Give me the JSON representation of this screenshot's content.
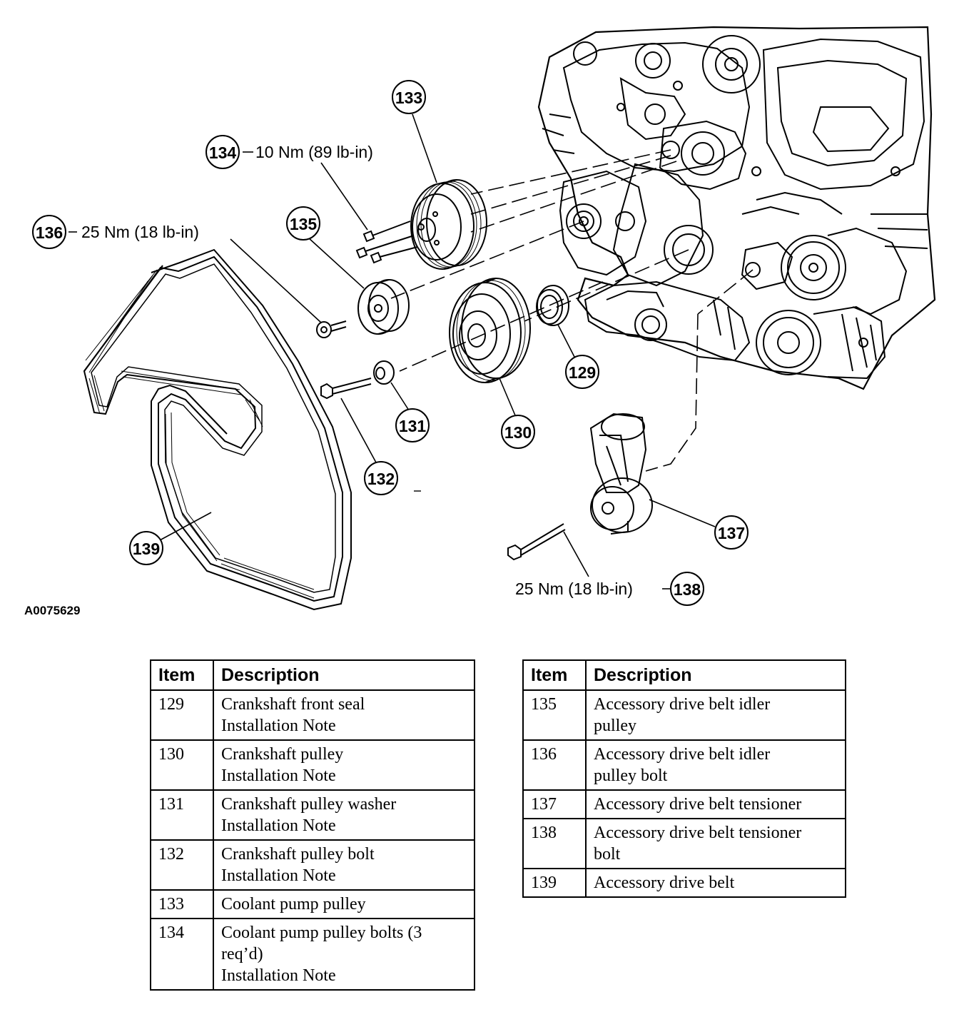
{
  "figure_id": "A0075629",
  "callouts": {
    "c129": "129",
    "c130": "130",
    "c131": "131",
    "c132": "132",
    "c133": "133",
    "c134": "134",
    "c135": "135",
    "c136": "136",
    "c137": "137",
    "c138": "138",
    "c139": "139"
  },
  "torque_specs": {
    "s134": "10 Nm (89 lb-in)",
    "s136": "25 Nm (18 lb-in)",
    "s138": "25 Nm (18 lb-in)"
  },
  "tables": {
    "headers": {
      "item": "Item",
      "description": "Description"
    },
    "left": [
      {
        "item": "129",
        "lines": [
          "Crankshaft front seal",
          "Installation Note"
        ]
      },
      {
        "item": "130",
        "lines": [
          "Crankshaft pulley",
          "Installation Note"
        ]
      },
      {
        "item": "131",
        "lines": [
          "Crankshaft pulley washer",
          "Installation Note"
        ]
      },
      {
        "item": "132",
        "lines": [
          "Crankshaft pulley bolt",
          "Installation Note"
        ]
      },
      {
        "item": "133",
        "lines": [
          "Coolant pump pulley"
        ]
      },
      {
        "item": "134",
        "lines": [
          "Coolant pump pulley bolts (3",
          "req’d)",
          "Installation Note"
        ]
      }
    ],
    "right": [
      {
        "item": "135",
        "lines": [
          "Accessory drive belt idler",
          "pulley"
        ]
      },
      {
        "item": "136",
        "lines": [
          "Accessory drive belt idler",
          "pulley bolt"
        ]
      },
      {
        "item": "137",
        "lines": [
          "Accessory drive belt tensioner"
        ]
      },
      {
        "item": "138",
        "lines": [
          "Accessory drive belt tensioner",
          "bolt"
        ]
      },
      {
        "item": "139",
        "lines": [
          "Accessory drive belt"
        ]
      }
    ]
  }
}
